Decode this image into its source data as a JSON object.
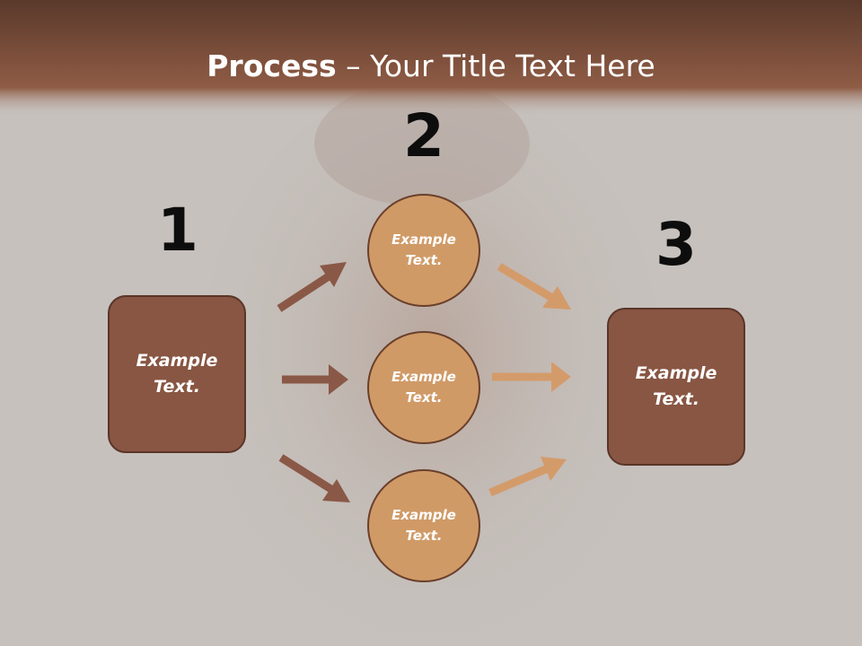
{
  "title": {
    "bold": "Process",
    "rest": " – Your Title Text Here"
  },
  "steps": {
    "one": "1",
    "two": "2",
    "three": "3"
  },
  "left_box": {
    "line1": "Example",
    "line2": "Text."
  },
  "right_box": {
    "line1": "Example",
    "line2": "Text."
  },
  "circles": [
    {
      "line1": "Example",
      "line2": "Text."
    },
    {
      "line1": "Example",
      "line2": "Text."
    },
    {
      "line1": "Example",
      "line2": "Text."
    }
  ],
  "colors": {
    "header_band": "#8a5a44",
    "box_fill": "#885643",
    "circle_fill": "#d09a67",
    "arrow_dark": "#8a5846",
    "arrow_light": "#d49b6a"
  }
}
